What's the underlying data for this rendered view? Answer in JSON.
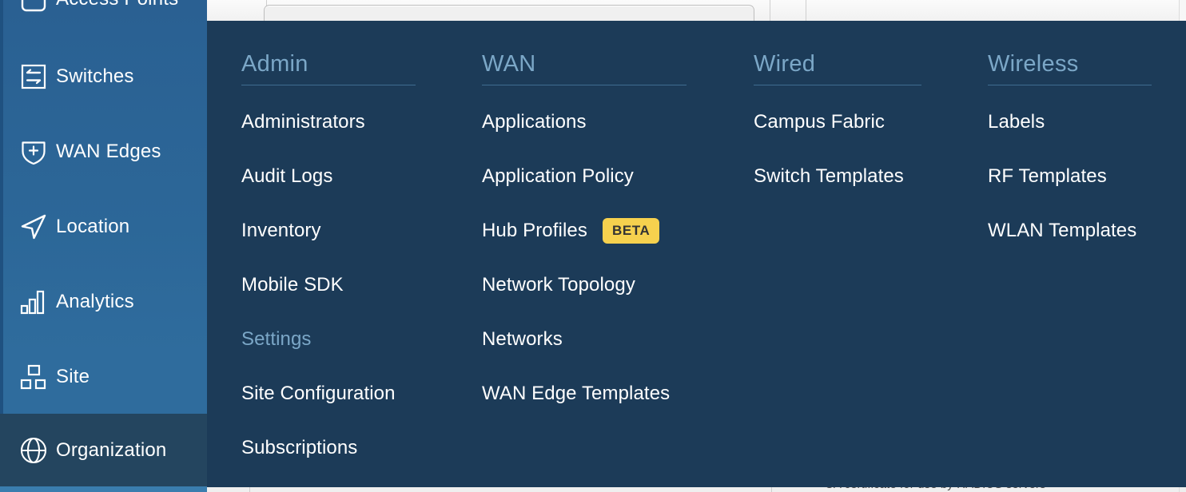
{
  "sidebar": {
    "items": [
      {
        "label": "Access Points",
        "icon": "access-point-icon",
        "active": false
      },
      {
        "label": "Switches",
        "icon": "switches-icon",
        "active": false
      },
      {
        "label": "WAN Edges",
        "icon": "wan-edges-icon",
        "active": false
      },
      {
        "label": "Location",
        "icon": "location-icon",
        "active": false
      },
      {
        "label": "Analytics",
        "icon": "analytics-icon",
        "active": false
      },
      {
        "label": "Site",
        "icon": "site-icon",
        "active": false
      },
      {
        "label": "Organization",
        "icon": "organization-globe-icon",
        "active": true
      }
    ]
  },
  "dropdown": {
    "columns": [
      {
        "title": "Admin",
        "items": [
          {
            "label": "Administrators",
            "badge": null,
            "highlighted": false
          },
          {
            "label": "Audit Logs",
            "badge": null,
            "highlighted": false
          },
          {
            "label": "Inventory",
            "badge": null,
            "highlighted": false
          },
          {
            "label": "Mobile SDK",
            "badge": null,
            "highlighted": false
          },
          {
            "label": "Settings",
            "badge": null,
            "highlighted": true
          },
          {
            "label": "Site Configuration",
            "badge": null,
            "highlighted": false
          },
          {
            "label": "Subscriptions",
            "badge": null,
            "highlighted": false
          }
        ]
      },
      {
        "title": "WAN",
        "items": [
          {
            "label": "Applications",
            "badge": null,
            "highlighted": false
          },
          {
            "label": "Application Policy",
            "badge": null,
            "highlighted": false
          },
          {
            "label": "Hub Profiles",
            "badge": "BETA",
            "highlighted": false
          },
          {
            "label": "Network Topology",
            "badge": null,
            "highlighted": false
          },
          {
            "label": "Networks",
            "badge": null,
            "highlighted": false
          },
          {
            "label": "WAN Edge Templates",
            "badge": null,
            "highlighted": false
          }
        ]
      },
      {
        "title": "Wired",
        "items": [
          {
            "label": "Campus Fabric",
            "badge": null,
            "highlighted": false
          },
          {
            "label": "Switch Templates",
            "badge": null,
            "highlighted": false
          }
        ]
      },
      {
        "title": "Wireless",
        "items": [
          {
            "label": "Labels",
            "badge": null,
            "highlighted": false
          },
          {
            "label": "RF Templates",
            "badge": null,
            "highlighted": false
          },
          {
            "label": "WLAN Templates",
            "badge": null,
            "highlighted": false
          }
        ]
      }
    ]
  },
  "background_page": {
    "partial_bottom_text": "CA certificate for use by RADIUS servers"
  },
  "colors": {
    "sidebar_blue": "#2c6798",
    "sidebar_active": "#24455f",
    "dropdown_bg": "#1c3b58",
    "column_heading": "#7ba7c7",
    "highlight_border": "#ea5a2b",
    "beta_badge_bg": "#f6d14e",
    "menu_text": "#ffffff"
  }
}
